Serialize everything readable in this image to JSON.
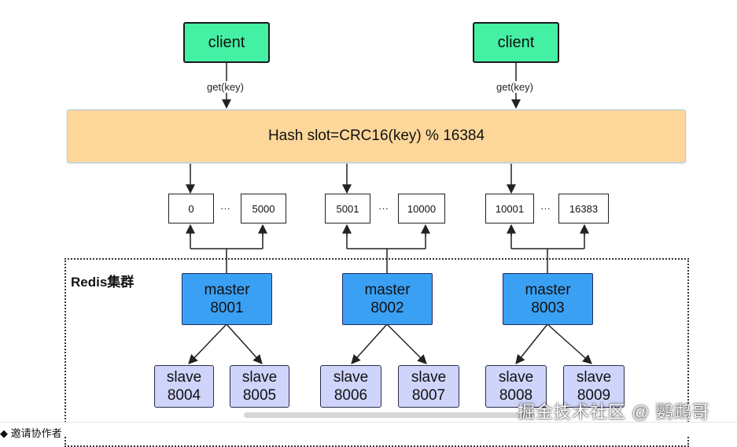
{
  "clients": [
    {
      "label": "client",
      "edge_label": "get(key)"
    },
    {
      "label": "client",
      "edge_label": "get(key)"
    }
  ],
  "hash_slot": "Hash slot=CRC16(key) % 16384",
  "slot_groups": [
    {
      "start": "0",
      "dots": "···",
      "end": "5000"
    },
    {
      "start": "5001",
      "dots": "···",
      "end": "10000"
    },
    {
      "start": "10001",
      "dots": "···",
      "end": "16383"
    }
  ],
  "cluster_label": "Redis集群",
  "masters": [
    {
      "line1": "master",
      "line2": "8001"
    },
    {
      "line1": "master",
      "line2": "8002"
    },
    {
      "line1": "master",
      "line2": "8003"
    }
  ],
  "slaves": [
    {
      "line1": "slave",
      "line2": "8004"
    },
    {
      "line1": "slave",
      "line2": "8005"
    },
    {
      "line1": "slave",
      "line2": "8006"
    },
    {
      "line1": "slave",
      "line2": "8007"
    },
    {
      "line1": "slave",
      "line2": "8008"
    },
    {
      "line1": "slave",
      "line2": "8009"
    }
  ],
  "watermark": "掘金技术社区 @ 鹦鹉哥",
  "bottom_text": "◆ 邀请协作者"
}
